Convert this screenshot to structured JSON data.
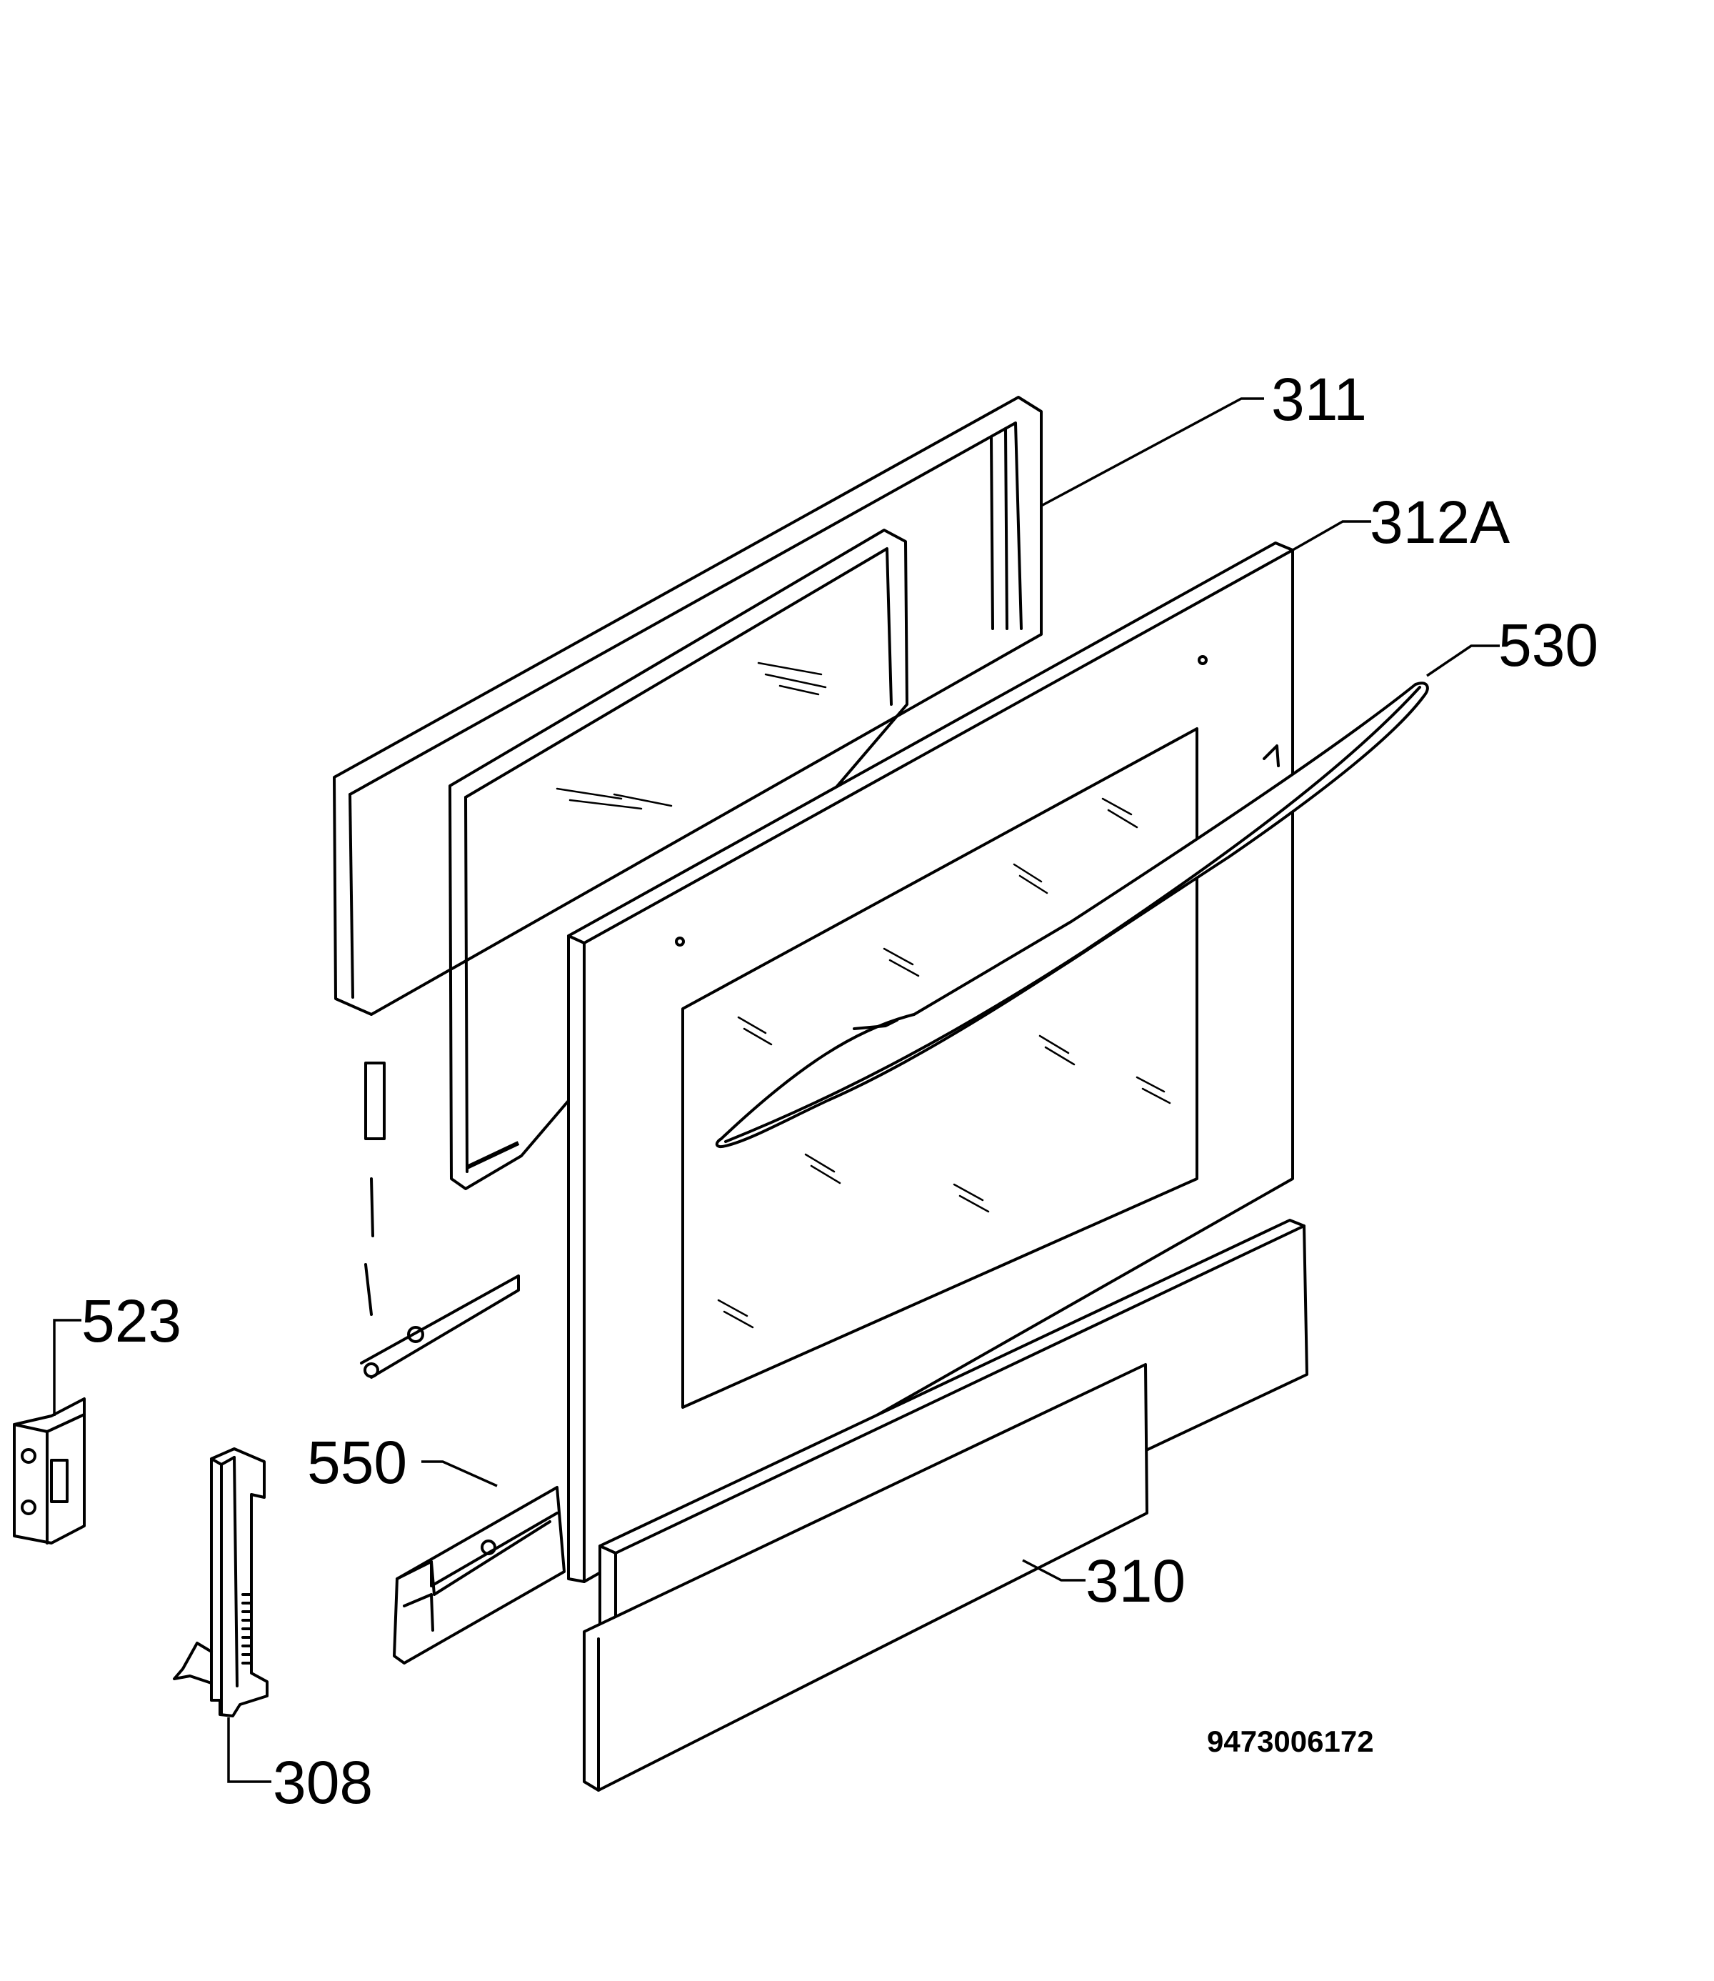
{
  "diagram": {
    "labels": {
      "p311": "311",
      "p312a": "312A",
      "p530": "530",
      "p523": "523",
      "p550": "550",
      "p310": "310",
      "p308": "308"
    },
    "document_number": "9473006172"
  }
}
